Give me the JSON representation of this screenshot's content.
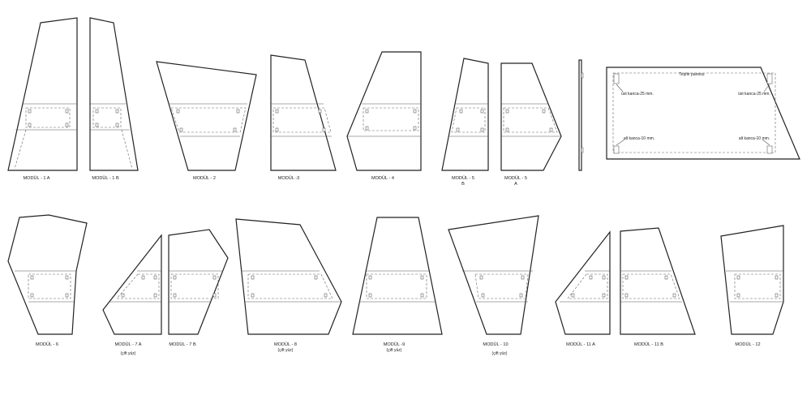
{
  "modules": {
    "m1a": "MODÜL - 1 A",
    "m1b": "MODÜL - 1 B",
    "m2": "MODÜL - 2",
    "m3": "MODÜL -3",
    "m4": "MODÜL - 4",
    "m5b": "MODÜL - 5",
    "m5b_sub": "B",
    "m5a": "MODÜL - 5",
    "m5a_sub": "A",
    "m6": "MODÜL - 6",
    "m7a": "MODÜL - 7 A",
    "m7a_note": "(çift yüz)",
    "m7b": "MODÜL - 7 B",
    "m8": "MODÜL - 8",
    "m8_note": "(çift yüz)",
    "m9": "MODÜL -9",
    "m9_note": "(çift yüz)",
    "m10": "MODÜL - 10",
    "m10_note": "(çift yüz)",
    "m11a": "MODÜL - 11 A",
    "m11b": "MODÜL - 11 B",
    "m12": "MODÜL - 12"
  },
  "detail": {
    "title": "Teşhir panosu",
    "top_left": "üst kanca-25 mm.",
    "top_right": "üst kanca-25 mm.",
    "bottom_left": "alt kanca-10 mm.",
    "bottom_right": "alt kanca-10 mm."
  }
}
